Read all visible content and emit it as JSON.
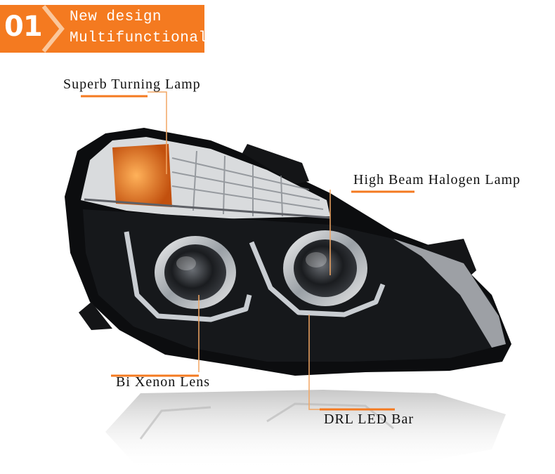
{
  "banner": {
    "number": "01",
    "line1": "New design",
    "line2": "Multifunctional",
    "color": "#f47a20"
  },
  "callouts": {
    "turning": "Superb Turning Lamp",
    "high_beam": "High Beam Halogen Lamp",
    "lens": "Bi Xenon Lens",
    "drl": "DRL LED Bar"
  },
  "accent_color": "#f47a20"
}
